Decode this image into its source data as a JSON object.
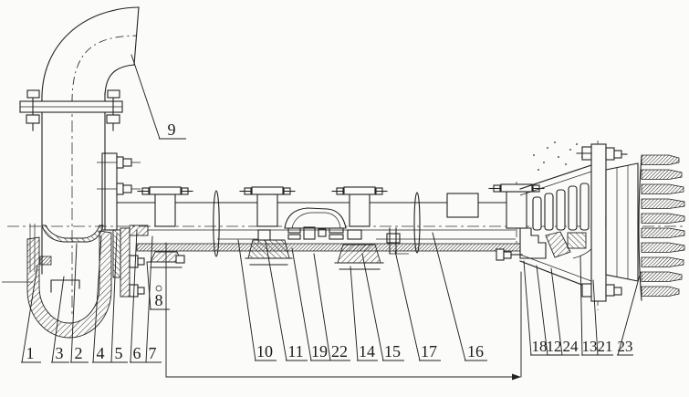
{
  "drawing": {
    "kind": "mechanical-assembly-sectional-drawing",
    "background_color": "#fbfbfa",
    "ink_color": "#222222",
    "labels": [
      {
        "text": "1"
      },
      {
        "text": "3"
      },
      {
        "text": "2"
      },
      {
        "text": "4"
      },
      {
        "text": "5"
      },
      {
        "text": "6"
      },
      {
        "text": "7"
      },
      {
        "text": "8"
      },
      {
        "text": "9"
      },
      {
        "text": "10"
      },
      {
        "text": "11"
      },
      {
        "text": "19"
      },
      {
        "text": "22"
      },
      {
        "text": "14"
      },
      {
        "text": "15"
      },
      {
        "text": "17"
      },
      {
        "text": "16"
      },
      {
        "text": "18"
      },
      {
        "text": "12"
      },
      {
        "text": "24"
      },
      {
        "text": "13"
      },
      {
        "text": "21"
      },
      {
        "text": "23"
      }
    ],
    "label_groups": {
      "bottom_left": [
        "1",
        "3",
        "2",
        "4",
        "5",
        "6",
        "7"
      ],
      "mid_left": [
        "8"
      ],
      "elbow": [
        "9"
      ],
      "bottom_middle": [
        "10",
        "11",
        "19",
        "22",
        "14",
        "15",
        "17",
        "16"
      ],
      "bottom_right": [
        "18",
        "12",
        "24",
        "13",
        "21",
        "23"
      ]
    }
  }
}
